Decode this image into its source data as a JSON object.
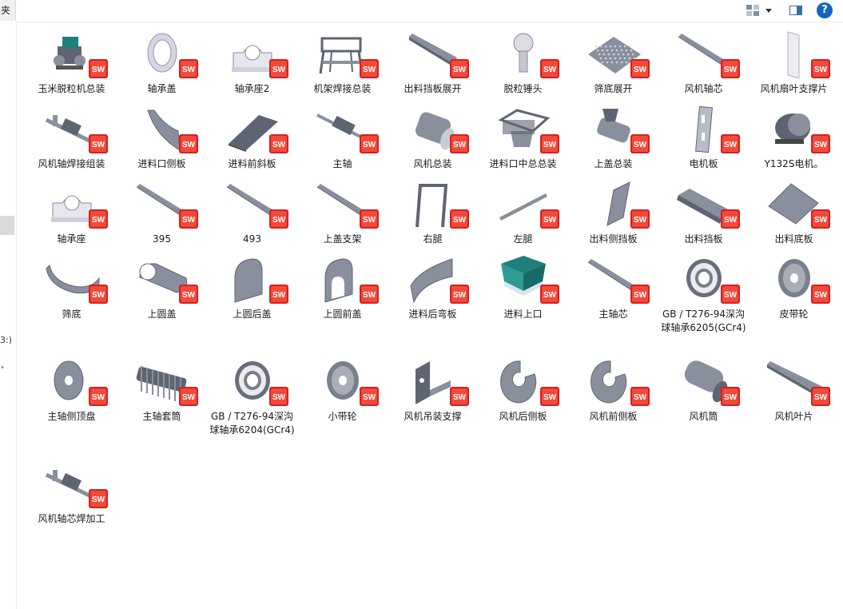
{
  "window": {
    "tab_fragment": "夹",
    "nav_fragment_1": "3:)",
    "nav_fragment_2": "•"
  },
  "toolbar": {
    "view_icon": "view-options-icon",
    "dropdown_icon": "chevron-down-icon",
    "preview_icon": "preview-pane-icon",
    "help_icon": "help-icon",
    "help_label": "?"
  },
  "files": [
    {
      "label": "玉米脱粒机总装",
      "icon": "machine-assembly"
    },
    {
      "label": "轴承盖",
      "icon": "bearing-cover"
    },
    {
      "label": "轴承座2",
      "icon": "bearing-seat"
    },
    {
      "label": "机架焊接总装",
      "icon": "frame"
    },
    {
      "label": "出料挡板展开",
      "icon": "flat-plate"
    },
    {
      "label": "脱粒锤头",
      "icon": "hammer-head"
    },
    {
      "label": "筛底展开",
      "icon": "mesh-plate"
    },
    {
      "label": "风机轴芯",
      "icon": "rod"
    },
    {
      "label": "风机扇叶支撑片",
      "icon": "thin-sheet"
    },
    {
      "label": "风机轴焊接组装",
      "icon": "shaft-assembly"
    },
    {
      "label": "进料口侧板",
      "icon": "curved-plate"
    },
    {
      "label": "进料前斜板",
      "icon": "slant-plate"
    },
    {
      "label": "主轴",
      "icon": "main-shaft"
    },
    {
      "label": "风机总装",
      "icon": "cylinder"
    },
    {
      "label": "进料口中总总装",
      "icon": "hopper"
    },
    {
      "label": "上盖总装",
      "icon": "cover-assembly"
    },
    {
      "label": "电机板",
      "icon": "motor-plate"
    },
    {
      "label": "Y132S电机。",
      "icon": "motor"
    },
    {
      "label": "轴承座",
      "icon": "bearing-seat"
    },
    {
      "label": "395",
      "icon": "rod"
    },
    {
      "label": "493",
      "icon": "rod"
    },
    {
      "label": "上盖支架",
      "icon": "rod"
    },
    {
      "label": "右腿",
      "icon": "leg-frame"
    },
    {
      "label": "左腿",
      "icon": "thin-rod"
    },
    {
      "label": "出料侧挡板",
      "icon": "side-plate"
    },
    {
      "label": "出料挡板",
      "icon": "angle-channel"
    },
    {
      "label": "出料底板",
      "icon": "square-plate"
    },
    {
      "label": "筛底",
      "icon": "trough"
    },
    {
      "label": "上圆盖",
      "icon": "half-cylinder"
    },
    {
      "label": "上圆后盖",
      "icon": "arch-plate"
    },
    {
      "label": "上圆前盖",
      "icon": "arch-hole-plate"
    },
    {
      "label": "进料后弯板",
      "icon": "bent-plate"
    },
    {
      "label": "进料上口",
      "icon": "funnel"
    },
    {
      "label": "主轴芯",
      "icon": "rod"
    },
    {
      "label": "GB / T276-94深沟球轴承6205(GCr4)",
      "icon": "bearing"
    },
    {
      "label": "皮带轮",
      "icon": "pulley"
    },
    {
      "label": "主轴侧顶盘",
      "icon": "disc"
    },
    {
      "label": "主轴套筒",
      "icon": "spiked-drum"
    },
    {
      "label": "GB / T276-94深沟球轴承6204(GCr4)",
      "icon": "bearing"
    },
    {
      "label": "小带轮",
      "icon": "pulley"
    },
    {
      "label": "风机吊装支撑",
      "icon": "bracket"
    },
    {
      "label": "风机后侧板",
      "icon": "c-disc"
    },
    {
      "label": "风机前侧板",
      "icon": "c-disc"
    },
    {
      "label": "风机筒",
      "icon": "tube"
    },
    {
      "label": "风机叶片",
      "icon": "long-blade"
    },
    {
      "label": "风机轴芯焊加工",
      "icon": "shaft-assembly"
    }
  ],
  "badge": {
    "text": "SW",
    "color": "#d42020"
  },
  "colors": {
    "part_gray": "#8a8f9e",
    "part_dark": "#5f6472",
    "teal": "#1f7f7a"
  }
}
